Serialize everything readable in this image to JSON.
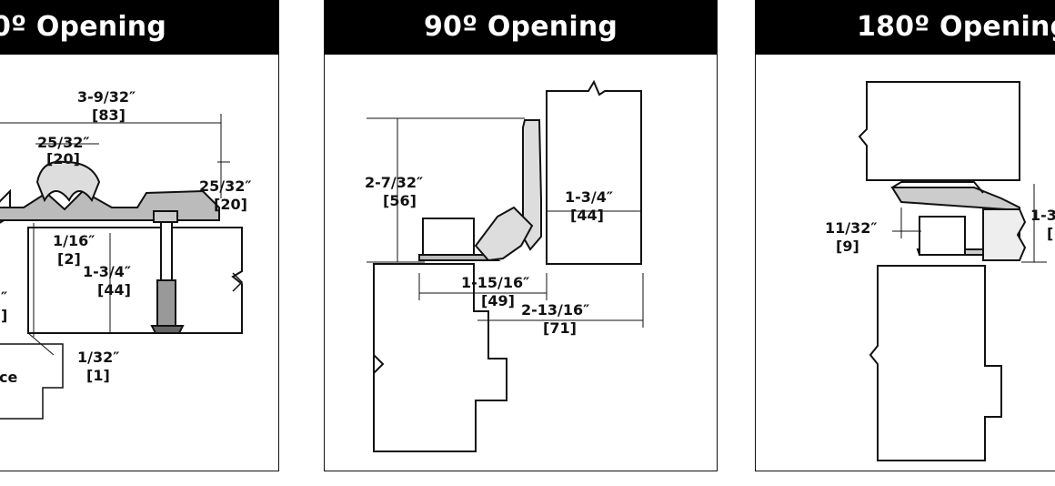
{
  "panels": [
    {
      "title": "0º Opening",
      "dims": {
        "overall_frac": "3-9/32″",
        "overall_mm": "[83]",
        "lip_frac": "25/32″",
        "lip_mm": "[20]",
        "side_frac": "25/32″",
        "side_mm": "[20]",
        "gap_frac": "1/16″",
        "gap_mm": "[2]",
        "door_frac": "1-3/4″",
        "door_mm": "[44]",
        "clear_frac": "1/32″",
        "clear_mm": "[1]",
        "cut_frac": "″",
        "cut_mm": "]",
        "face_label": "ce"
      }
    },
    {
      "title": "90º Opening",
      "dims": {
        "height_frac": "2-7/32″",
        "height_mm": "[56]",
        "door_frac": "1-3/4″",
        "door_mm": "[44]",
        "offset_frac": "1-15/16″",
        "offset_mm": "[49]",
        "overall_frac": "2-13/16″",
        "overall_mm": "[71]"
      }
    },
    {
      "title": "180º Opening",
      "dims": {
        "gap_frac": "11/32″",
        "gap_mm": "[9]",
        "door_frac": "1-3",
        "door_mm": "["
      }
    }
  ]
}
